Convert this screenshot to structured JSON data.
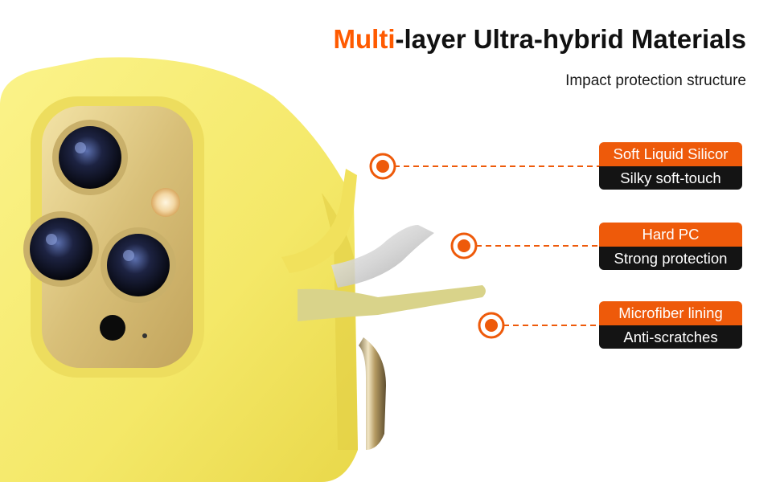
{
  "headline": {
    "accent": "Multi",
    "rest": "-layer Ultra-hybrid Materials"
  },
  "subheadline": "Impact protection structure",
  "layers": [
    {
      "name": "Soft Liquid Silicor",
      "desc": "Silky soft-touch"
    },
    {
      "name": "Hard PC",
      "desc": "Strong protection"
    },
    {
      "name": "Microfiber lining",
      "desc": "Anti-scratches"
    }
  ],
  "colors": {
    "accent": "#ff5a00",
    "label_top": "#ee5a0a",
    "label_bottom": "#141414",
    "case_yellow": "#f6ec6e",
    "lens_gold": "#d9c27a"
  },
  "icons": [
    "phone-case-illustration",
    "camera-lens-icon",
    "flash-icon",
    "callout-dot-icon"
  ]
}
